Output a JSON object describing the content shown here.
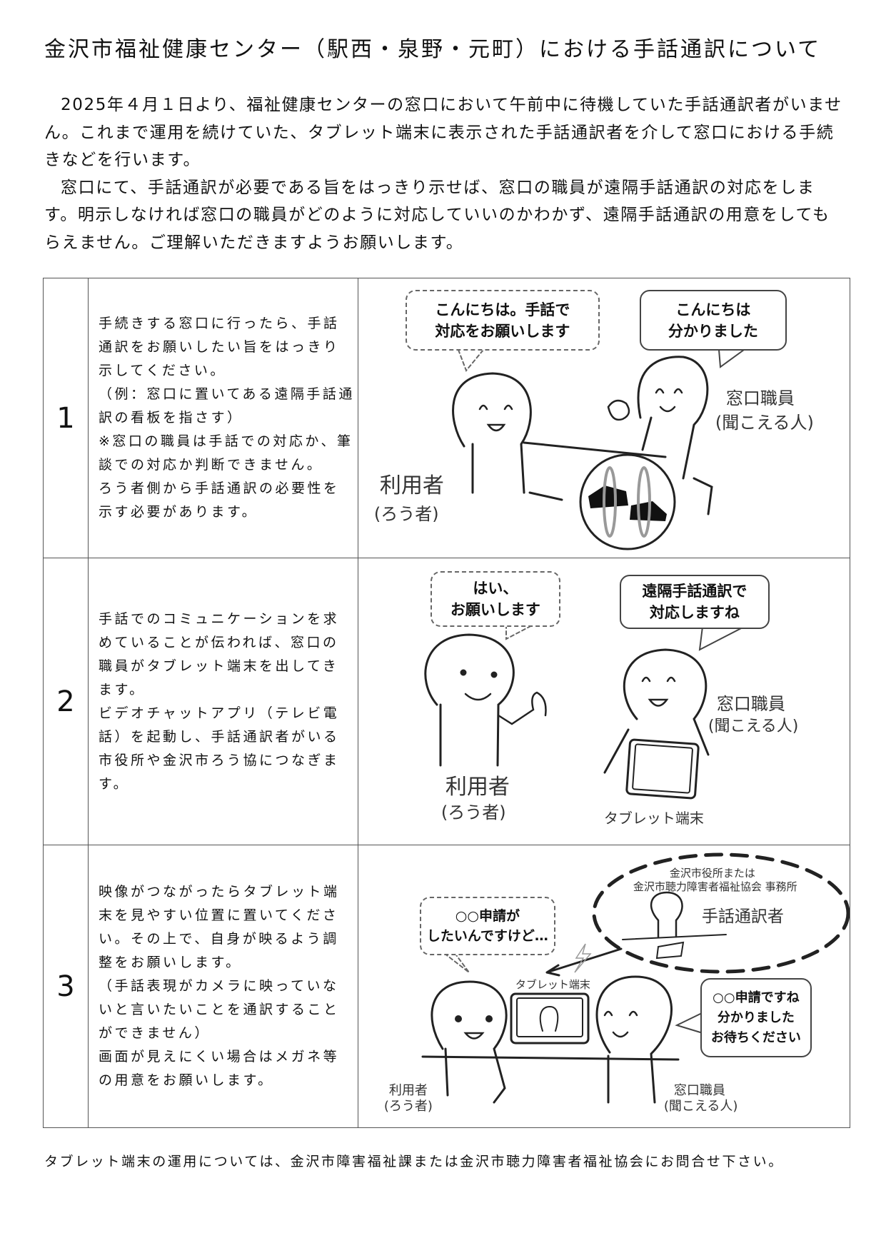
{
  "title": "金沢市福祉健康センター（駅西・泉野・元町）における手話通訳について",
  "intro": [
    "2025年４月１日より、福祉健康センターの窓口において午前中に待機していた手話通訳者がいません。これまで運用を続けていた、タブレット端末に表示された手話通訳者を介して窓口における手続きなどを行います。",
    "窓口にて、手話通訳が必要である旨をはっきり示せば、窓口の職員が遠隔手話通訳の対応をします。明示しなければ窓口の職員がどのように対応していいのかわかず、遠隔手話通訳の用意をしてもらえません。ご理解いただきますようお願いします。"
  ],
  "steps": [
    {
      "number": "1",
      "lines": [
        "手続きする窓口に行ったら、手話",
        "通訳をお願いしたい旨をはっきり",
        "示してください。",
        "（例：窓口に置いてある遠隔手話通",
        "訳の看板を指さす）",
        "※窓口の職員は手話での対応か、筆",
        "談での対応か判断できません。",
        "ろう者側から手話通訳の必要性を",
        "示す必要があります。"
      ],
      "illustration": {
        "user_bubble": [
          "こんにちは。手話で",
          "対応をお願いします"
        ],
        "staff_bubble": [
          "こんにちは",
          "分かりました"
        ],
        "user_label": "利用者",
        "user_sublabel": "(ろう者)",
        "staff_label": "窓口職員",
        "staff_sublabel": "(聞こえる人)"
      }
    },
    {
      "number": "2",
      "lines": [
        "手話でのコミュニケーションを求",
        "めていることが伝われば、窓口の",
        "職員がタブレット端末を出してき",
        "ます。",
        "ビデオチャットアプリ（テレビ電",
        "話）を起動し、手話通訳者がいる",
        "市役所や金沢市ろう協につなぎま",
        "す。"
      ],
      "illustration": {
        "user_bubble": [
          "はい、",
          "お願いします"
        ],
        "staff_bubble": [
          "遠隔手話通訳で",
          "対応しますね"
        ],
        "user_label": "利用者",
        "user_sublabel": "(ろう者)",
        "staff_label": "窓口職員",
        "staff_sublabel": "(聞こえる人)",
        "tablet_label": "タブレット端末"
      }
    },
    {
      "number": "3",
      "lines": [
        "映像がつながったらタブレット端",
        "末を見やすい位置に置いてくださ",
        "い。その上で、自身が映るよう調",
        "整をお願いします。",
        "（手話表現がカメラに映っていな",
        "いと言いたいことを通訳すること",
        "ができません）",
        "画面が見えにくい場合はメガネ等",
        "の用意をお願いします。"
      ],
      "illustration": {
        "office_line1": "金沢市役所または",
        "office_line2": "金沢市聴力障害者福祉協会 事務所",
        "interpreter_label": "手話通訳者",
        "user_bubble": [
          "○○申請が",
          "したいんですけど…"
        ],
        "staff_bubble": [
          "○○申請ですね",
          "分かりました",
          "お待ちください"
        ],
        "tablet_label": "タブレット端末",
        "user_label": "利用者",
        "user_sublabel": "(ろう者)",
        "staff_label": "窓口職員",
        "staff_sublabel": "(聞こえる人)"
      }
    }
  ],
  "footer": "タブレット端末の運用については、金沢市障害福祉課または金沢市聴力障害者福祉協会にお問合せ下さい。"
}
